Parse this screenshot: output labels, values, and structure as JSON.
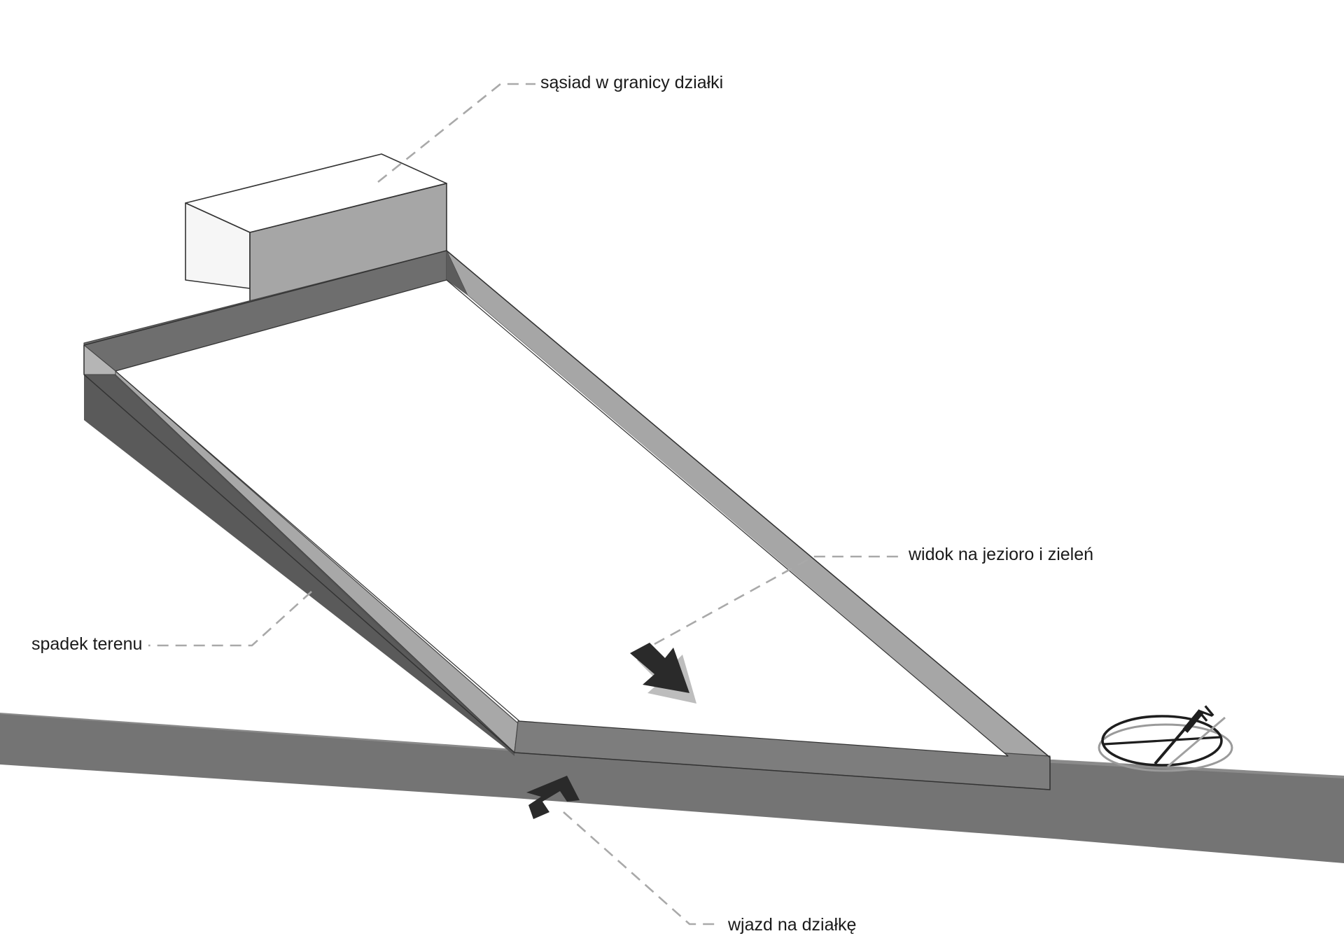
{
  "labels": {
    "neighbor": "sąsiad w granicy działki",
    "view": "widok na jezioro i zieleń",
    "slope": "spadek terenu",
    "entry": "wjazd na działkę"
  },
  "compass": {
    "north_letter": "N"
  },
  "colors": {
    "background": "#ffffff",
    "road": "#747474",
    "wall_light": "#a8a8a8",
    "wall_dark": "#6e6e6e",
    "slope_dark": "#555555",
    "arrow": "#2a2a2a",
    "leader": "#a9a9a9"
  }
}
